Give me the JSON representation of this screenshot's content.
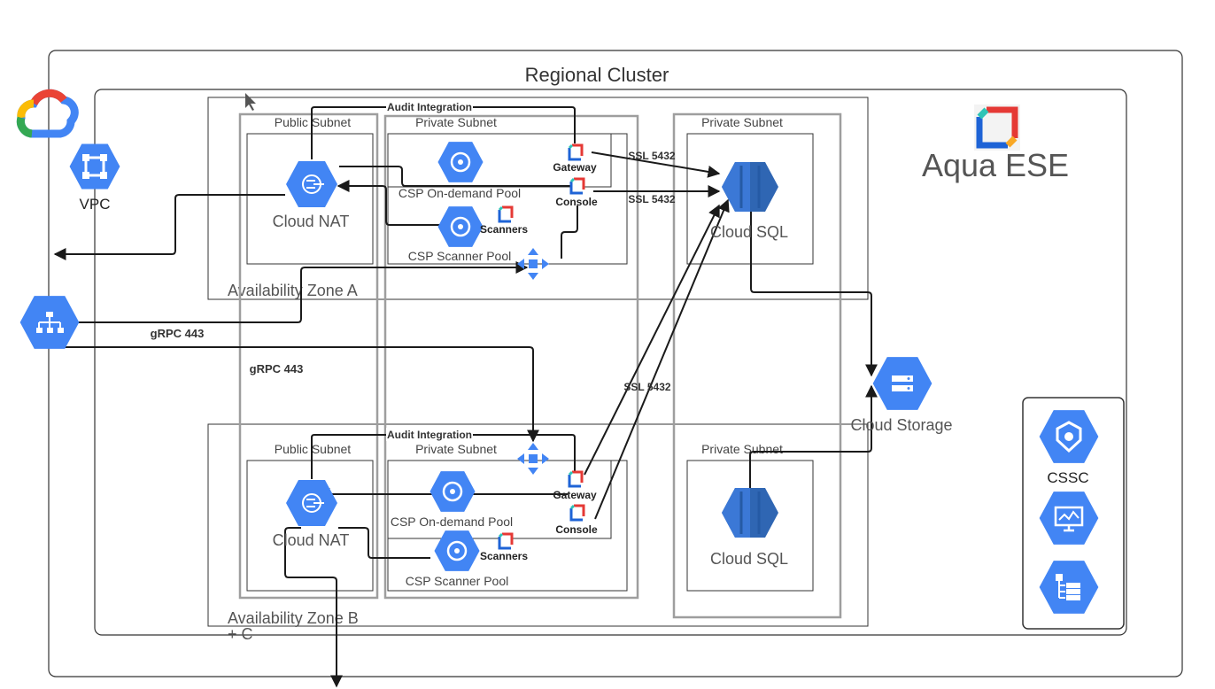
{
  "regional_cluster": "Regional Cluster",
  "product": "Aqua ESE",
  "vpc": "VPC",
  "zone_a": {
    "title": "Availability Zone A",
    "public_subnet": "Public Subnet",
    "private_subnet": "Private Subnet",
    "db_subnet": "Private Subnet",
    "nat": "Cloud NAT",
    "ondemand_pool": "CSP On-demand Pool",
    "scanner_pool": "CSP Scanner Pool",
    "gateway": "Gateway",
    "console": "Console",
    "scanners": "Scanners",
    "sql": "Cloud SQL",
    "audit": "Audit Integration"
  },
  "zone_b": {
    "title": "Availability Zone B + C",
    "public_subnet": "Public Subnet",
    "private_subnet": "Private Subnet",
    "db_subnet": "Private Subnet",
    "nat": "Cloud NAT",
    "ondemand_pool": "CSP On-demand Pool",
    "scanner_pool": "CSP Scanner Pool",
    "gateway": "Gateway",
    "console": "Console",
    "scanners": "Scanners",
    "sql": "Cloud SQL",
    "audit": "Audit Integration"
  },
  "connections": {
    "ssl_1": "SSL 5432",
    "ssl_2": "SSL 5432",
    "ssl_3": "SSL 5432",
    "grpc_1": "gRPC 443",
    "grpc_2": "gRPC 443"
  },
  "storage": "Cloud Storage",
  "cssc": "CSSC",
  "colors": {
    "gcp_blue": "#4285F4",
    "subnet_border": "#9e9e9e",
    "line": "#1a1a1a"
  }
}
